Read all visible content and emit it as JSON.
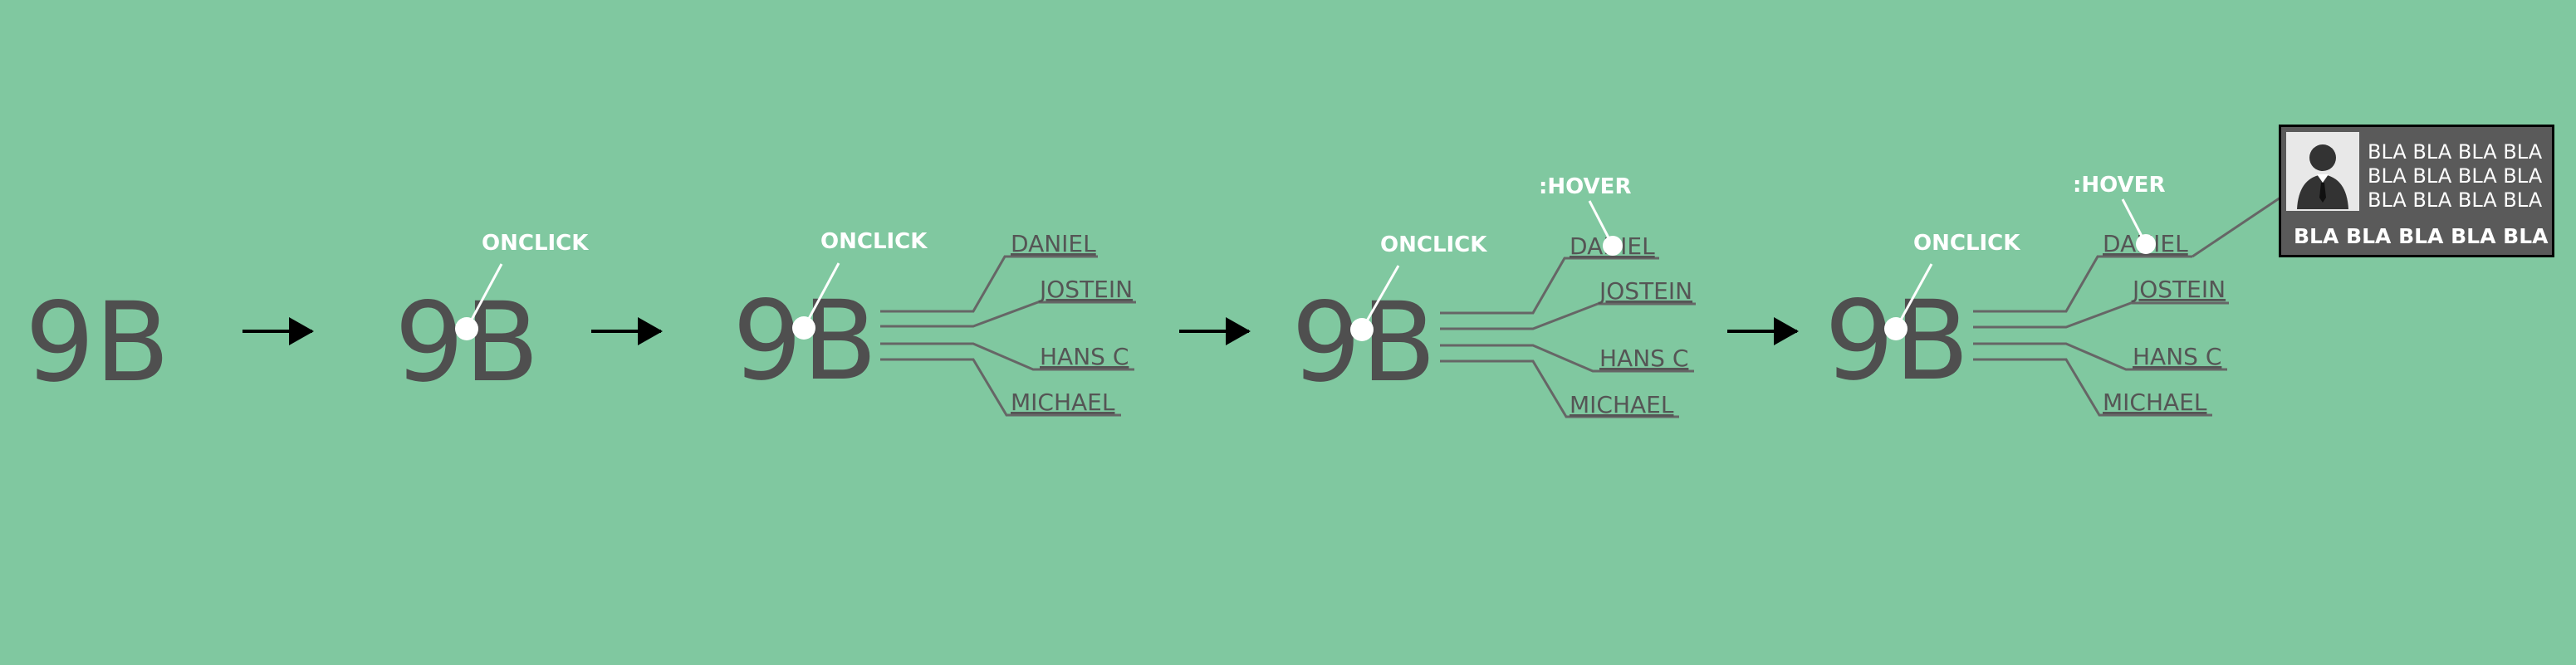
{
  "class_label": "9B",
  "names": [
    "DANIEL",
    "JOSTEIN",
    "HANS C",
    "MICHAEL"
  ],
  "events": {
    "click": "ONCLICK",
    "hover": ":HOVER"
  },
  "tooltip": {
    "lines": [
      "BLA BLA BLA BLA",
      "BLA BLA BLA BLA",
      "BLA BLA BLA BLA"
    ],
    "footer": "BLA BLA BLA BLA BLA",
    "icon": "person-silhouette-icon"
  },
  "colors": {
    "background": "#80C8A0",
    "text": "#4f4f4f",
    "link_lines": "#666666",
    "marker": "#ffffff",
    "tooltip_bg": "#5a5a5a"
  }
}
